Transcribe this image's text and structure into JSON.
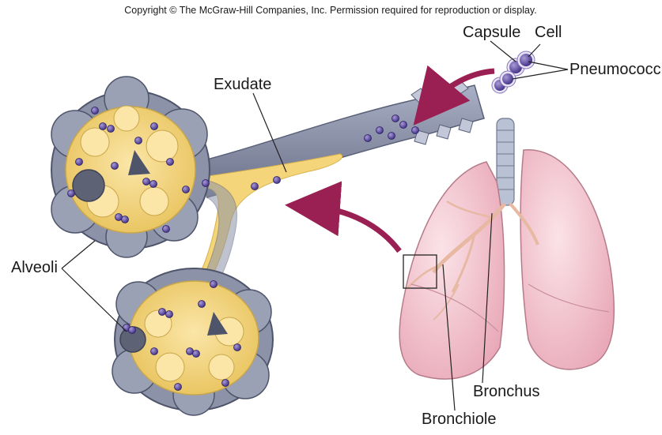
{
  "copyright": "Copyright © The McGraw-Hill Companies, Inc. Permission required for reproduction or display.",
  "labels": {
    "capsule": "Capsule",
    "cell": "Cell",
    "pneumococci": "Pneumococci",
    "exudate": "Exudate",
    "alveoli": "Alveoli",
    "bronchus": "Bronchus",
    "bronchiole": "Bronchiole"
  },
  "colors": {
    "exudate": "#f4d57a",
    "alveolar_wall": "#8c93a8",
    "bacteria": "#5b4aa0",
    "lung": "#f3c2cc",
    "arrow": "#9a1f52"
  }
}
